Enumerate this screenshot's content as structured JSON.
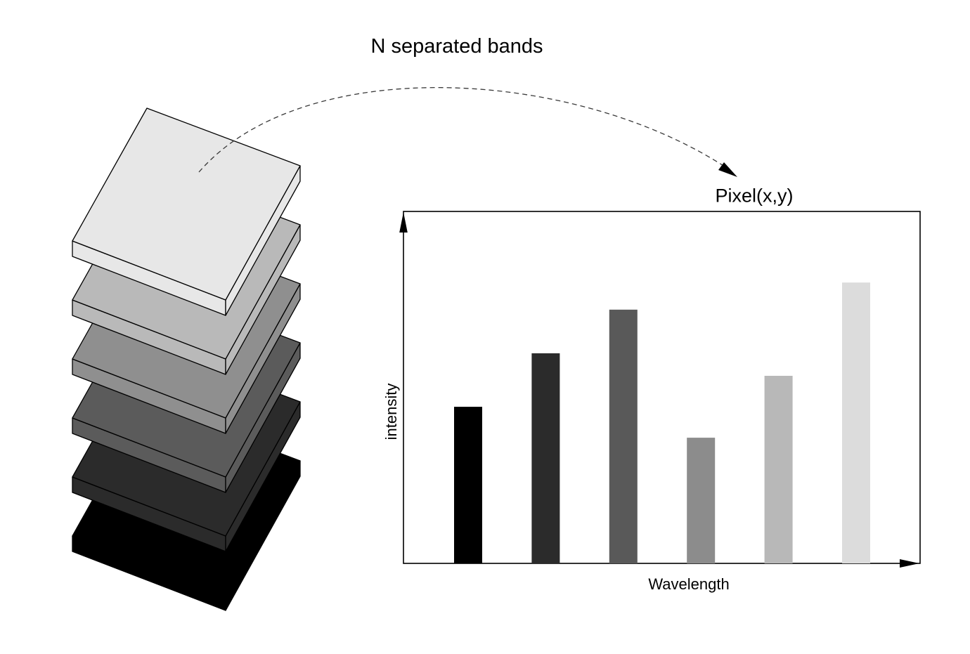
{
  "title": "N separated bands",
  "stack": {
    "description": "stack of N separated grayscale band images, lightest on top to black on bottom",
    "layer_colors": [
      "#e7e7e7",
      "#b9b9b9",
      "#8f8f8f",
      "#5b5b5b",
      "#2b2b2b",
      "#000000"
    ]
  },
  "flow_arrow": {
    "style": "dashed",
    "color": "#3a3a3a",
    "from": "top band layer",
    "to": "pixel spectrum chart"
  },
  "chart_data": {
    "type": "bar",
    "title": "Pixel(x,y)",
    "xlabel": "Wavelength",
    "ylabel": "intensity",
    "values": [
      0.445,
      0.597,
      0.721,
      0.357,
      0.533,
      0.798
    ],
    "value_scale": "fraction of plot height; no numeric tick labels are shown in the figure",
    "bar_colors": [
      "#000000",
      "#2b2b2b",
      "#595959",
      "#8c8c8c",
      "#b8b8b8",
      "#dcdcdc"
    ],
    "ylim": [
      0,
      1
    ],
    "grid": false,
    "legend": false,
    "tick_labels": "none",
    "axis_arrows": true,
    "frame": "full box with arrowheads on top-left (up) and bottom-right (right)"
  }
}
